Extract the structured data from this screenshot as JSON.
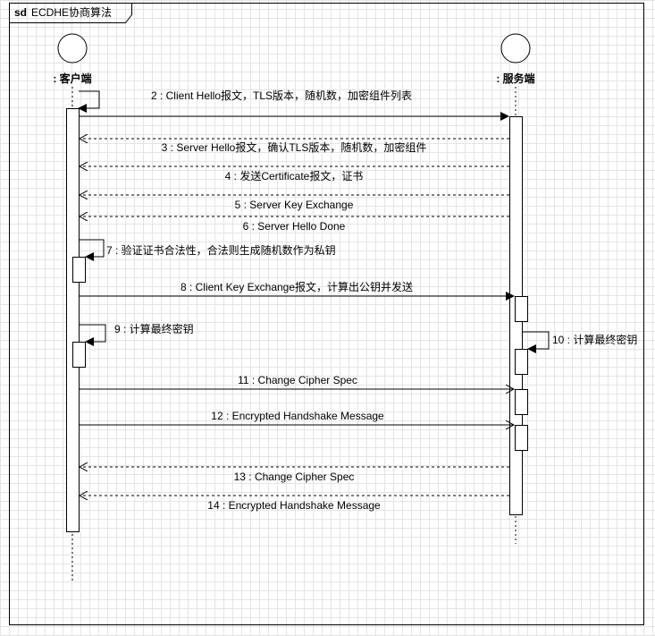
{
  "frame": {
    "keyword": "sd",
    "title": "ECDHE协商算法"
  },
  "participants": [
    {
      "id": "client",
      "label": ": 客户端"
    },
    {
      "id": "server",
      "label": ": 服务端"
    }
  ],
  "messages": [
    {
      "id": "m2",
      "label": "2 : Client Hello报文，TLS版本，随机数，加密组件列表",
      "style": "solid"
    },
    {
      "id": "m3",
      "label": "3 : Server Hello报文，确认TLS版本，随机数，加密组件",
      "style": "dashed"
    },
    {
      "id": "m4",
      "label": "4 : 发送Certificate报文，证书",
      "style": "dashed"
    },
    {
      "id": "m5",
      "label": "5 : Server Key Exchange",
      "style": "dashed"
    },
    {
      "id": "m6",
      "label": "6 : Server Hello Done",
      "style": "dashed"
    },
    {
      "id": "m7",
      "label": "7 : 验证证书合法性，合法则生成随机数作为私钥",
      "style": "self"
    },
    {
      "id": "m8",
      "label": "8 : Client Key Exchange报文，计算出公钥并发送",
      "style": "solid"
    },
    {
      "id": "m9",
      "label": "9 : 计算最终密钥",
      "style": "self"
    },
    {
      "id": "m10",
      "label": "10 : 计算最终密钥",
      "style": "self"
    },
    {
      "id": "m11",
      "label": "11 : Change Cipher Spec",
      "style": "solid"
    },
    {
      "id": "m12",
      "label": "12 : Encrypted Handshake Message",
      "style": "solid"
    },
    {
      "id": "m13",
      "label": "13 : Change Cipher Spec",
      "style": "dashed"
    },
    {
      "id": "m14",
      "label": "14 : Encrypted Handshake Message",
      "style": "dashed"
    }
  ]
}
